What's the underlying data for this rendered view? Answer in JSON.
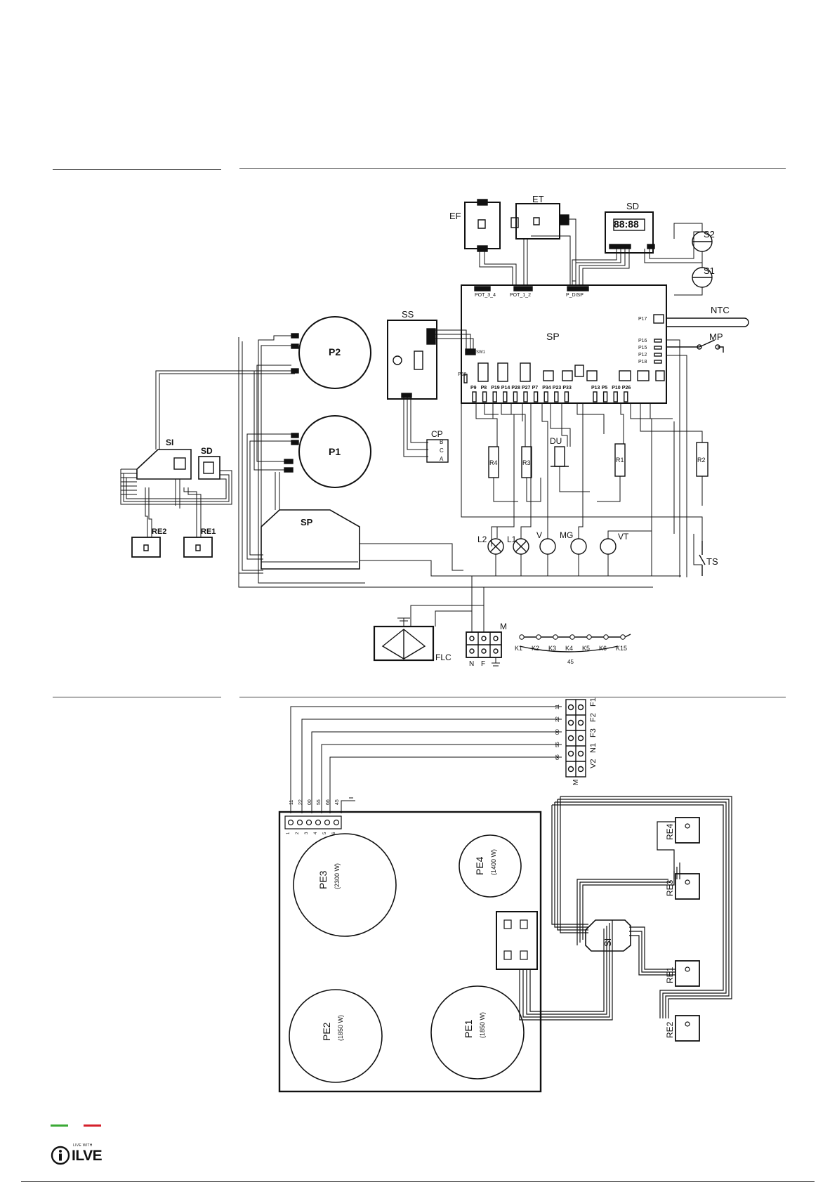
{
  "diagram1": {
    "board_label": "SP",
    "connectors": [
      "POT_3_4",
      "POT_1_2",
      "P_DISP",
      "SW1",
      "P17",
      "P16",
      "P15",
      "P12",
      "P18",
      "P38"
    ],
    "bottom_pins": [
      "P9",
      "P8",
      "P19",
      "P14",
      "P28",
      "P27",
      "P7",
      "P34",
      "P23",
      "P33",
      "P13",
      "P5",
      "P10",
      "P26"
    ],
    "components": [
      "EF",
      "ET",
      "SD",
      "S2",
      "S1",
      "NTC",
      "MP",
      "SS",
      "CP",
      "P2",
      "P1",
      "SI",
      "SD",
      "RE2",
      "RE1",
      "SP",
      "DU",
      "R4",
      "R3",
      "R1",
      "R2",
      "L2",
      "L1",
      "V",
      "MG",
      "VT",
      "TS",
      "FLC",
      "M"
    ],
    "terminals": [
      "N",
      "F"
    ],
    "cp_pins": [
      "B",
      "C",
      "A"
    ],
    "keys": [
      "K1",
      "K2",
      "K3",
      "K4",
      "K5",
      "K6",
      "K15"
    ],
    "keys_wire": "45",
    "display": "88:88"
  },
  "diagram2": {
    "terminal_labels": [
      "F1",
      "F2",
      "F3",
      "N1",
      "V2"
    ],
    "terminal_wires": [
      "11",
      "22",
      "00",
      "55",
      "66"
    ],
    "terminal_block": "M",
    "hob_terminals": [
      "11",
      "22",
      "00",
      "55",
      "66",
      "45"
    ],
    "zones": [
      {
        "name": "PE3",
        "power": "(2300 W)"
      },
      {
        "name": "PE4",
        "power": "(1400 W)"
      },
      {
        "name": "PE2",
        "power": "(1850 W)"
      },
      {
        "name": "PE1",
        "power": "(1850 W)"
      }
    ],
    "regulators": [
      "RE4",
      "RE3",
      "RE1",
      "RE2"
    ],
    "switch": "SI"
  },
  "footer": {
    "tagline": "LIVE WITH",
    "brand": "ILVE",
    "flag_colors": [
      "#3aa935",
      "#ffffff",
      "#d5202b"
    ]
  }
}
